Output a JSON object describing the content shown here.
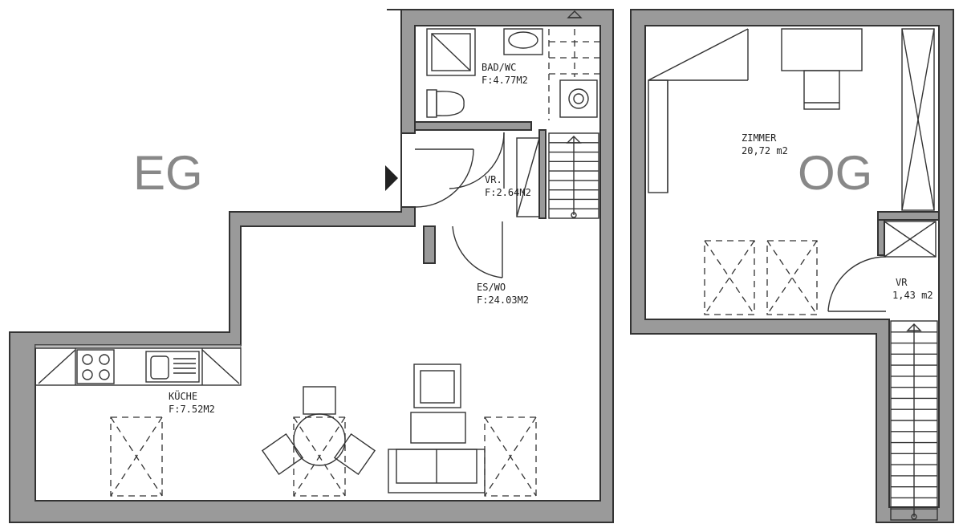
{
  "floors": {
    "eg": "EG",
    "og": "OG"
  },
  "rooms": {
    "bad": {
      "name": "BAD/WC",
      "area": "F:4.77M2"
    },
    "vr_eg": {
      "name": "VR.",
      "area": "F:2.64M2"
    },
    "eswo": {
      "name": "ES/WO",
      "area": "F:24.03M2"
    },
    "kueche": {
      "name": "KÜCHE",
      "area": "F:7.52M2"
    },
    "zimmer": {
      "name": "ZIMMER",
      "area": "20,72 m2"
    },
    "vr_og": {
      "name": "VR",
      "area": "1,43 m2"
    }
  }
}
